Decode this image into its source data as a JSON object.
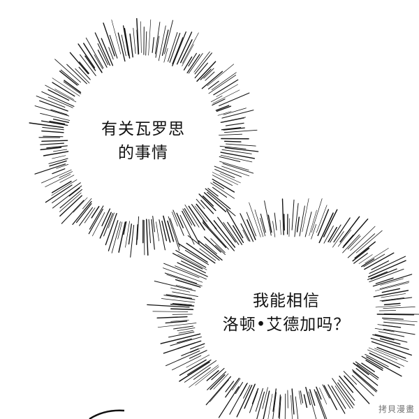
{
  "bubbles": [
    {
      "lines": [
        "有关瓦罗思",
        "的事情"
      ]
    },
    {
      "lines": [
        "我能相信",
        "洛顿•艾德加吗？"
      ]
    }
  ],
  "watermark": "拷貝漫畫",
  "colors": {
    "background": "#ffffff",
    "ink": "#111111",
    "watermark": "#777777"
  }
}
